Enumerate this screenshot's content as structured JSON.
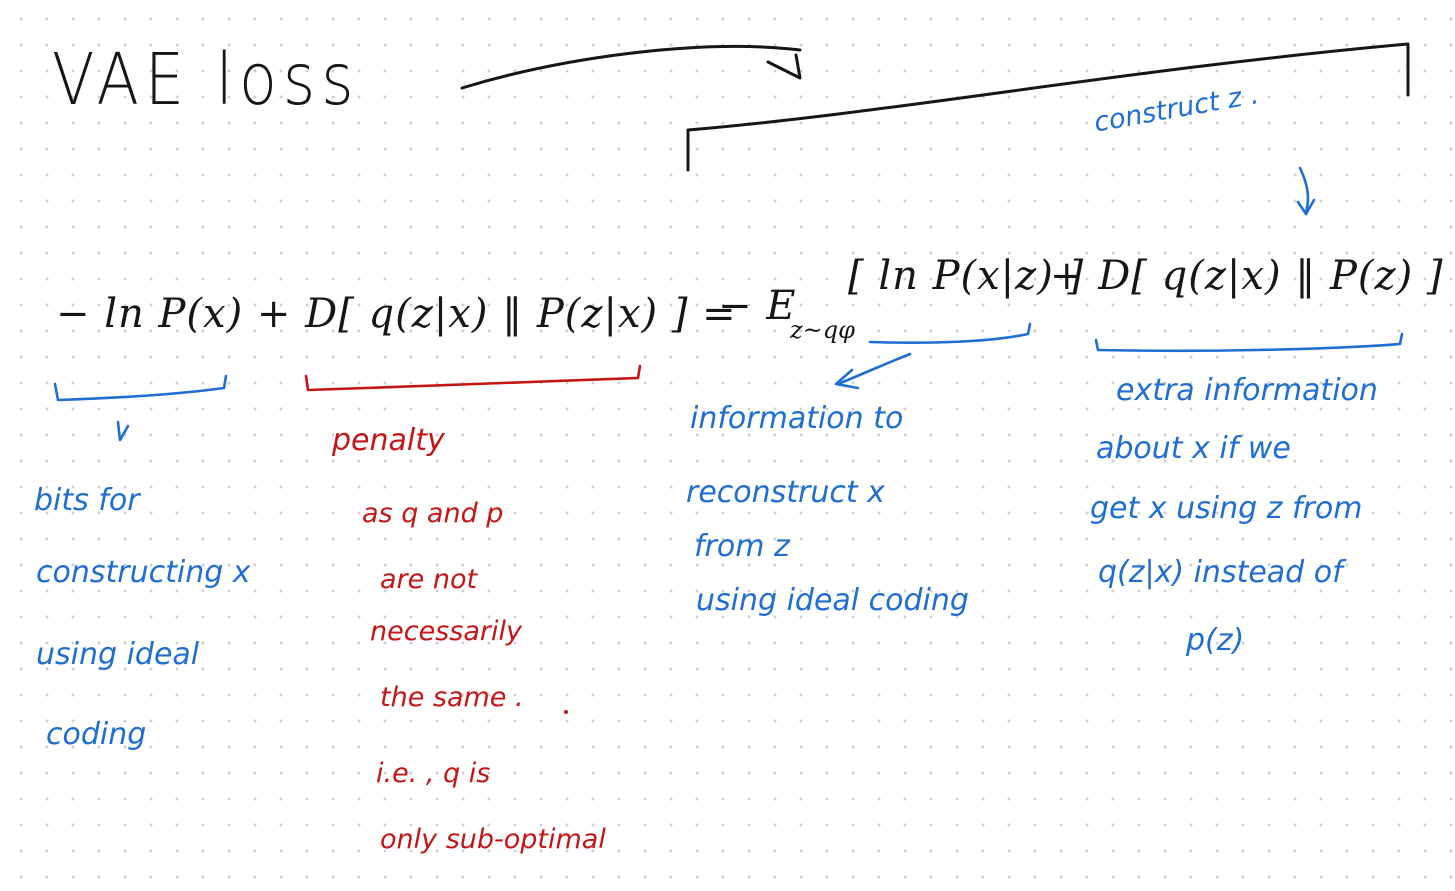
{
  "title": "VAE loss",
  "equation": {
    "lhs": "− ln P(x) + D[ q(z|x) ‖ P(z|x) ] =",
    "rhs_expectation": "− E",
    "rhs_subscript": "z~qφ",
    "rhs_recon": "[ ln P(x|z) ]",
    "rhs_kl": "+ D[ q(z|x) ‖ P(z) ]"
  },
  "annotations": {
    "construct_z": "construct z .",
    "penalty": "penalty",
    "bits_lines": [
      "bits for",
      "constructing x",
      "using ideal",
      "coding"
    ],
    "penalty_lines": [
      "as q and p",
      "are not",
      "necessarily",
      "the same .",
      "i.e. , q is",
      "only sub-optimal"
    ],
    "recon_lines": [
      "information to",
      "reconstruct x",
      "from z",
      "using ideal coding"
    ],
    "kl_lines": [
      "extra information",
      "about x if we",
      "get x using z from",
      "q(z|x) instead of",
      "p(z)"
    ]
  },
  "colors": {
    "ink": "#161616",
    "blue": "#1f6ed4",
    "red": "#c41616",
    "dots": "#cfcfcf"
  }
}
